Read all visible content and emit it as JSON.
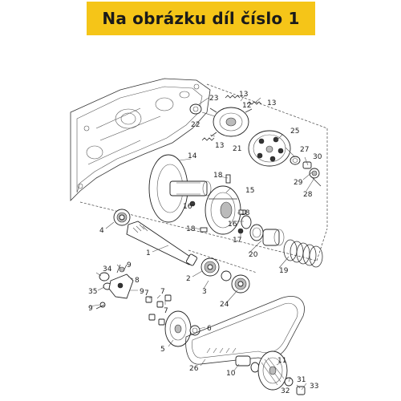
{
  "banner": {
    "title": "Na obrázku díl číslo 1",
    "color": "#f5c518"
  },
  "part_labels": {
    "p1": "1",
    "p2": "2",
    "p3": "3",
    "p4": "4",
    "p5": "5",
    "p6": "6",
    "p7a": "7",
    "p7b": "7",
    "p7c": "7",
    "p8": "8",
    "p9a": "9",
    "p9b": "9",
    "p10": "10",
    "p11": "11",
    "p12": "12",
    "p13a": "13",
    "p13b": "13",
    "p13c": "13",
    "p14": "14",
    "p15": "15",
    "p16a": "16",
    "p16b": "16",
    "p17": "17",
    "p18a": "18",
    "p18b": "18",
    "p18c": "18",
    "p19": "19",
    "p20": "20",
    "p21": "21",
    "p22": "22",
    "p23": "23",
    "p24": "24",
    "p25": "25",
    "p26": "26",
    "p27": "27",
    "p28": "28",
    "p29": "29",
    "p30": "30",
    "p31": "31",
    "p32": "32",
    "p33": "33",
    "p34": "34",
    "p35": "35"
  }
}
